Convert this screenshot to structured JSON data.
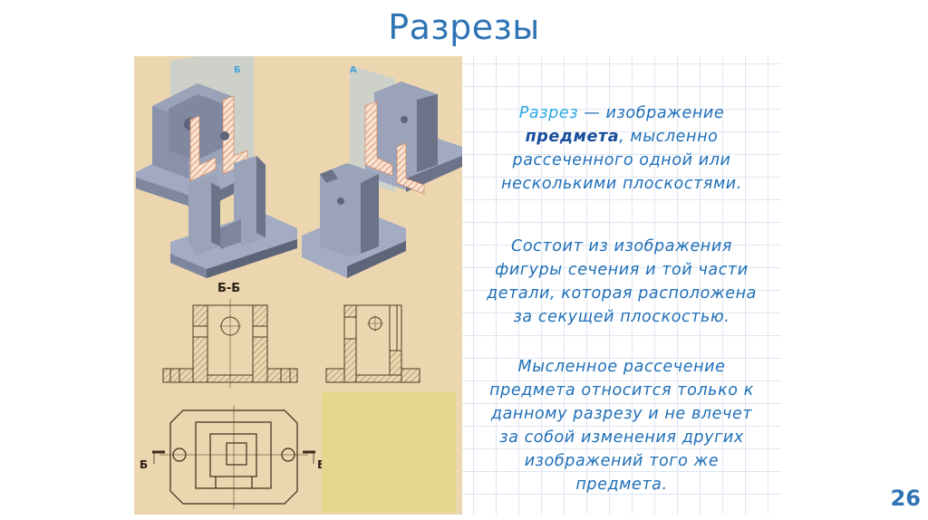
{
  "slide": {
    "title": "Разрезы",
    "page_number": "26"
  },
  "figure": {
    "plane_labels": [
      "Б",
      "А"
    ],
    "section_label": "Б-Б",
    "cut_marks": [
      "Б",
      "Б"
    ],
    "colors": {
      "background": "#ecd6b0",
      "part_body": "#9aa3b8",
      "part_dark": "#6c7288",
      "section_hatch": "#f2b89a",
      "plane": "#a9c7dc",
      "yellow_box": "#e6d78c",
      "line": "#4a3a22"
    }
  },
  "text": {
    "p1": {
      "term": "Разрез",
      "dash": " — изображение",
      "bold": "предмета",
      "rest_line2": ", мысленно",
      "line3": "рассеченного одной или",
      "line4": "несколькими плоскостями."
    },
    "p2": {
      "line1": "Состоит из изображения",
      "line2": "фигуры сечения и той части",
      "line3": "детали, которая расположена",
      "line4": "за секущей плоскостью."
    },
    "p3": {
      "line1": "Мысленное рассечение",
      "line2": "предмета относится только к",
      "line3": "данному разрезу и не влечет",
      "line4": "за собой изменения других",
      "line5": "изображений того же",
      "line6": "предмета."
    },
    "colors": {
      "term": "#29a9e0",
      "body": "#1f6fb8",
      "bold": "#1a4f9c"
    }
  }
}
